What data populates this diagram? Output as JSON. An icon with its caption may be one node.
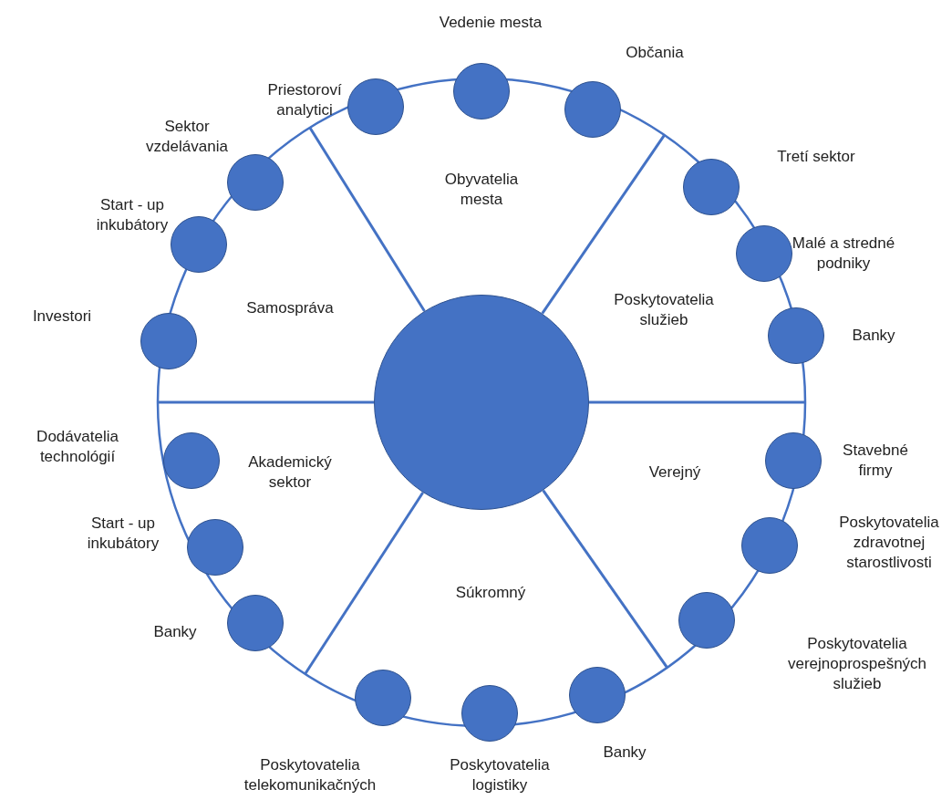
{
  "diagram": {
    "nodes": [
      {
        "text": [],
        "shape": "circle"
      },
      {
        "text": [],
        "shape": "circle",
        "beside": [
          "Priestoroví analytici"
        ]
      },
      {
        "text": [],
        "shape": "circle",
        "beside": [
          "Vedenie mesta"
        ]
      },
      {
        "text": [],
        "shape": "circle",
        "beside": [
          "Občania"
        ]
      },
      {
        "text": [],
        "shape": "circle",
        "beside": [
          "Tretí sektor"
        ]
      },
      {
        "text": [],
        "shape": "circle",
        "beside": [
          "Malé a stredné podniky"
        ]
      },
      {
        "text": [],
        "shape": "circle",
        "beside": [
          "Banky"
        ]
      },
      {
        "text": [],
        "shape": "circle",
        "beside": [
          "Stavebné firmy"
        ]
      },
      {
        "text": [],
        "shape": "circle",
        "beside": [
          "Poskytovatelia zdravotnej starostlivosti"
        ]
      },
      {
        "text": [],
        "shape": "circle",
        "beside": [
          "Poskytovatelia verejnoprospešných služieb"
        ]
      },
      {
        "text": [],
        "shape": "circle",
        "beside": [
          "Banky"
        ]
      },
      {
        "text": [],
        "shape": "circle",
        "beside": [
          "Poskytovatelia logistiky"
        ]
      },
      {
        "text": [],
        "shape": "circle",
        "beside": [
          "Poskytovatelia telekomunikačných"
        ]
      },
      {
        "text": [],
        "shape": "circle",
        "beside": [
          "Banky"
        ]
      },
      {
        "text": [],
        "shape": "circle",
        "beside": [
          "Start - up inkubátory"
        ]
      },
      {
        "text": [],
        "shape": "circle",
        "beside": [
          "Dodávatelia technológií"
        ]
      },
      {
        "text": [],
        "shape": "circle",
        "beside": [
          "Investori"
        ]
      },
      {
        "text": [],
        "shape": "circle",
        "beside": [
          "Start - up inkubátory"
        ]
      },
      {
        "text": [],
        "shape": "circle",
        "beside": [
          "Sektor vzdelávania"
        ]
      }
    ],
    "labels": [
      "Obyvatelia mesta",
      "Samospráva",
      "Poskytovatelia služieb",
      "Akademický sektor",
      "Verejný",
      "Súkromný"
    ]
  }
}
